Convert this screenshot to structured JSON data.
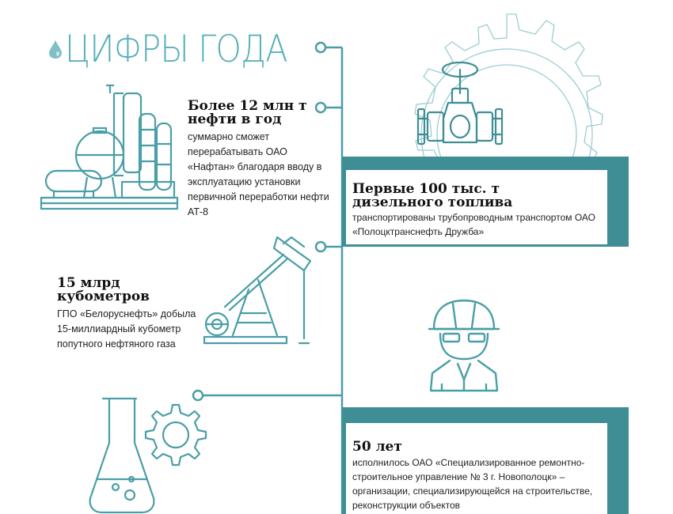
{
  "title": "ЦИФРЫ ГОДА",
  "facts": [
    {
      "headline": "Более 12 млн т нефти в год",
      "description": "суммарно сможет перерабатывать ОАО «Нафтан» благодаря вводу в эксплуатацию установки первичной переработки нефти АТ-8"
    },
    {
      "headline": "Первые 100 тыс. т дизельного топлива",
      "description": "транспортированы трубопроводным транспортом ОАО «Полоцктранснефть Дружба»"
    },
    {
      "headline": "15 млрд кубометров",
      "description": "ГПО «Белоруснефть» добыла 15-миллиардный кубометр попутного нефтяного газа"
    },
    {
      "headline": "50 лет",
      "description": "исполнилось ОАО «Специализированное ремонтно-строительное управление № 3 г. Новополоцк» – организации, специализирующейся на строительстве, реконструкции объектов"
    }
  ],
  "icons": [
    "oil-drop-icon",
    "refinery-icon",
    "gear-icon",
    "pipeline-valve-icon",
    "oil-pump-jack-icon",
    "worker-helmet-icon",
    "flask-gear-icon"
  ],
  "colors": {
    "teal": "#4a9ea6",
    "title": "#5ab1ba",
    "dark-teal-band": "#3f8e96"
  }
}
